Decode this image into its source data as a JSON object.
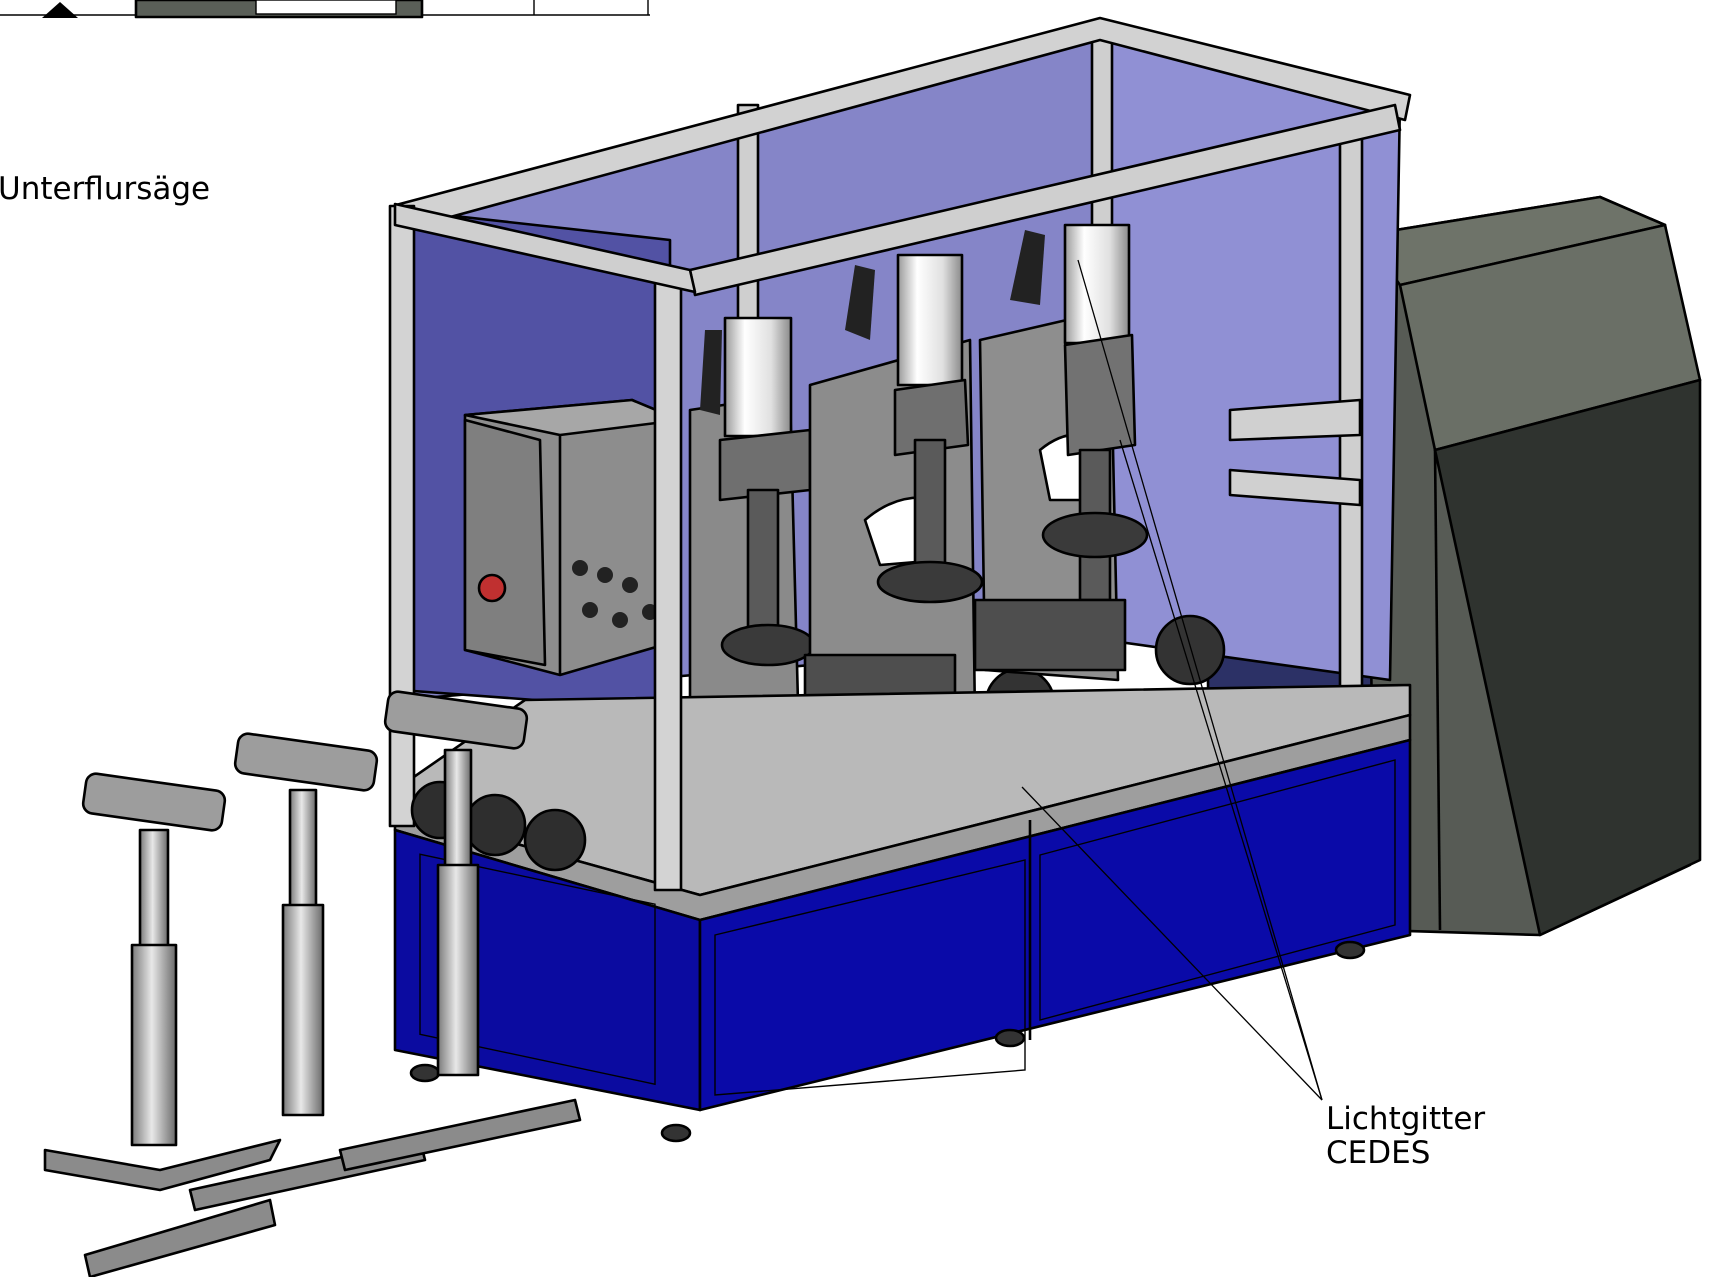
{
  "labels": {
    "saw": "Unterflursäge",
    "light_grid_line1": "Lichtgitter",
    "light_grid_line2": "CEDES"
  },
  "colors": {
    "frame_blue": "#0a0aa8",
    "glass_panel": "#8a8ad0",
    "aluminium": "#cfcfcf",
    "press_body": "#8c8c8c",
    "saw_housing": "#5b5f58",
    "background": "#ffffff"
  },
  "parts": [
    "cutting-table-base",
    "enclosure-frame",
    "press-unit-left",
    "press-unit-middle",
    "press-unit-right",
    "control-cabinet",
    "under-floor-saw",
    "roller-stand-1",
    "roller-stand-2",
    "roller-stand-3",
    "light-grid"
  ]
}
